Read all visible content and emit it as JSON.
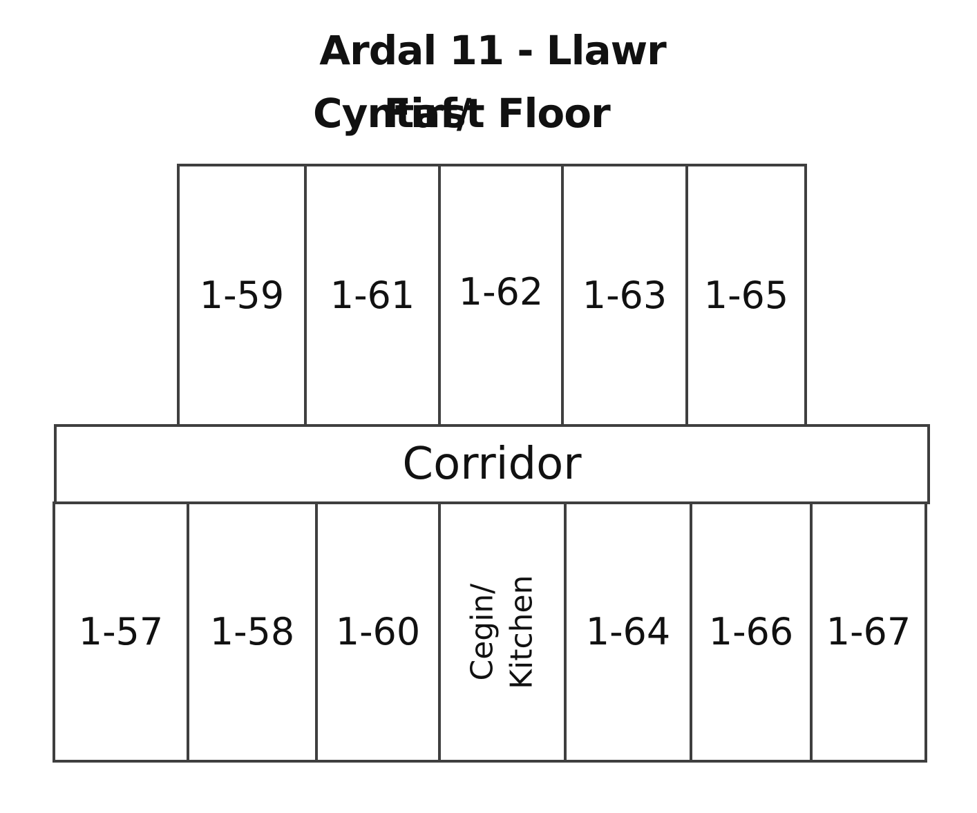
{
  "title": {
    "line1": "Ardal 11 - Llawr",
    "line2a": "Cyntaf/",
    "line2b": "First Floor"
  },
  "corridor": {
    "label": "Corridor"
  },
  "top_rooms": [
    {
      "label": "1-59"
    },
    {
      "label": "1-61"
    },
    {
      "label": "1-62"
    },
    {
      "label": "1-63"
    },
    {
      "label": "1-65"
    }
  ],
  "bottom_rooms": [
    {
      "label": "1-57"
    },
    {
      "label": "1-58"
    },
    {
      "label": "1-60"
    },
    {
      "label": "Kitchen",
      "line1": "Cegin/",
      "line2": "Kitchen"
    },
    {
      "label": "1-64"
    },
    {
      "label": "1-66"
    },
    {
      "label": "1-67"
    }
  ]
}
